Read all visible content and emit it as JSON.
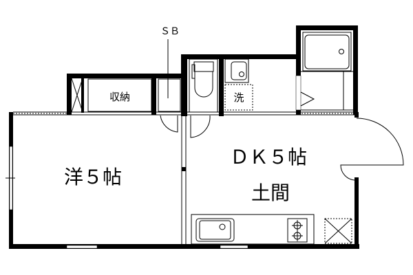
{
  "plan": {
    "western_room_label": "洋５帖",
    "dk_label": "ＤＫ５帖",
    "doma_label": "土間",
    "storage_label": "収納",
    "washer_label": "洗",
    "sb_label": "ＳＢ"
  },
  "colors": {
    "line": "#000000",
    "background": "#ffffff"
  }
}
